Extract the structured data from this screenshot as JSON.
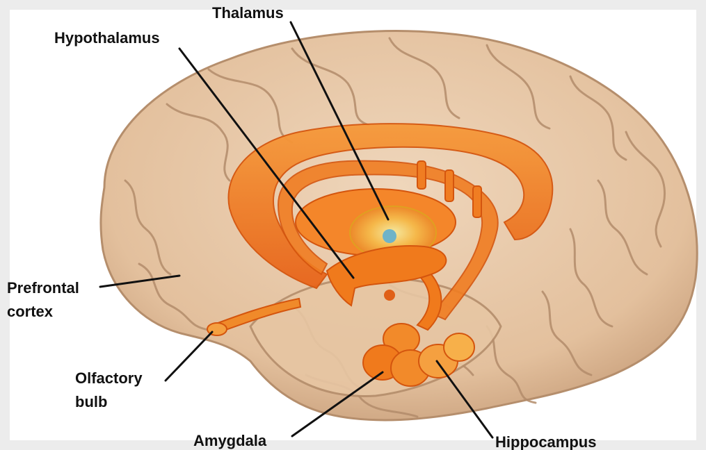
{
  "labels": {
    "thalamus": "Thalamus",
    "hypothalamus": "Hypothalamus",
    "prefrontal_line1": "Prefrontal",
    "prefrontal_line2": "cortex",
    "olfactory_line1": "Olfactory",
    "olfactory_line2": "bulb",
    "amygdala": "Amygdala",
    "hippocampus": "Hippocampus"
  },
  "colors": {
    "background": "#ececec",
    "brain": "#e8c9a8",
    "brain_shadow": "#c9a383",
    "limbic": "#f07a1c",
    "limbic_light": "#f8a446",
    "limbic_dark": "#d85a10"
  }
}
